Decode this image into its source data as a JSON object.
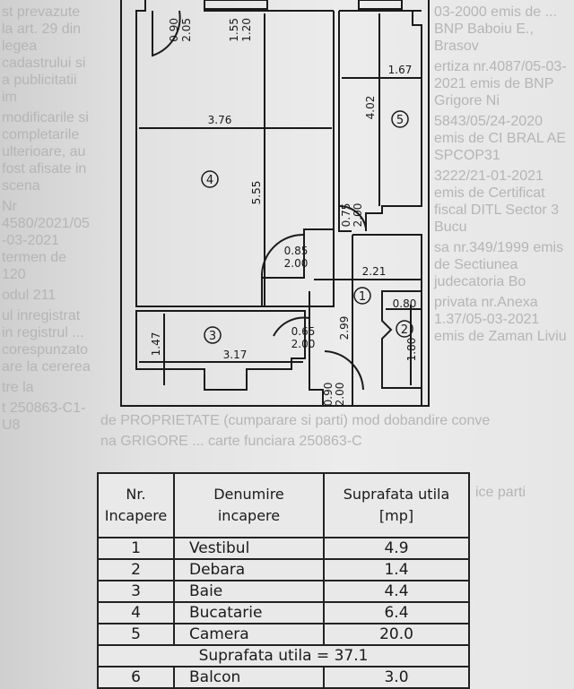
{
  "background_text": [
    "03-2000 emis de ... BNP Baboiu E., Brasov",
    "ertiza nr.4087/05-03-2021 emis de BNP Grigore Ni",
    "5843/05/24-2020 emis de CI BRAL AE SPCOP31",
    "3222/21-01-2021 emis de Certificat fiscal DITL Sector 3 Bucu",
    "sa nr.349/1999 emis de Sectiunea judecatoria Bo",
    "privata nr.Anexa 1.37/05-03-2021 emis de Zaman Liviu",
    "st prevazute la art. 29 din legea cadastrului si a publicitatii im",
    "modificarile si completarile ulterioare, au fost afisate in scena",
    "Nr 4580/2021/05-03-2021 termen de 120",
    "odul 211",
    "ul inregistrat in registrul ... corespunzatoare la cererea",
    "tre la",
    "t 250863-C1-U8",
    "de PROPRIETATE (cumparare si parti) mod dobandire conve",
    "na GRIGORE ... carte funciara 250863-C",
    "ice parti"
  ],
  "plan": {
    "rooms": [
      "1",
      "2",
      "3",
      "4",
      "5"
    ],
    "dims": {
      "door_top": [
        "0.90",
        "2.05"
      ],
      "window_top": [
        "1.55",
        "1.20"
      ],
      "room5_width": "1.67",
      "room5_length": "4.02",
      "room4_width": "3.76",
      "room4_length": "5.55",
      "door5": [
        "0.75",
        "2.00"
      ],
      "door4": [
        "0.85",
        "2.00"
      ],
      "room1_width": "2.21",
      "room1_length": "2.99",
      "room2_width": "0.80",
      "room2_length": "1.80",
      "room3_width": "3.17",
      "room3_length": "1.47",
      "door3": [
        "0.65",
        "2.00"
      ],
      "entry_door": [
        "0.90",
        "2.00"
      ]
    }
  },
  "table": {
    "headers": [
      "Nr.\nIncapere",
      "Denumire\nincapere",
      "Suprafata utila\n[mp]"
    ],
    "rows": [
      {
        "nr": "1",
        "name": "Vestibul",
        "area": "4.9"
      },
      {
        "nr": "2",
        "name": "Debara",
        "area": "1.4"
      },
      {
        "nr": "3",
        "name": "Baie",
        "area": "4.4"
      },
      {
        "nr": "4",
        "name": "Bucatarie",
        "area": "6.4"
      },
      {
        "nr": "5",
        "name": "Camera",
        "area": "20.0"
      }
    ],
    "total": "Suprafata utila = 37.1",
    "extra_rows": [
      {
        "nr": "6",
        "name": "Balcon",
        "area": "3.0"
      }
    ]
  }
}
